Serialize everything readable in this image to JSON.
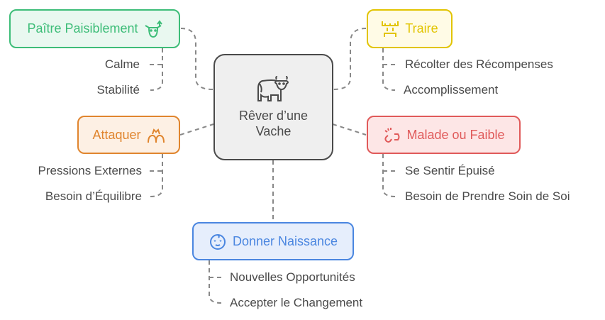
{
  "center": {
    "title": "Rêver d’une Vache",
    "icon": "cow-icon"
  },
  "branches": {
    "graze": {
      "title": "Paître Paisiblement",
      "icon": "cow-head-icon",
      "color": "#3dbd78",
      "bg": "#e9f8f0",
      "items": [
        "Calme",
        "Stabilité"
      ]
    },
    "milk": {
      "title": "Traire",
      "icon": "milking-icon",
      "color": "#e2c400",
      "bg": "#fffbe6",
      "items": [
        "Récolter des Récompenses",
        "Accomplissement"
      ]
    },
    "attack": {
      "title": "Attaquer",
      "icon": "conflict-icon",
      "color": "#e0852e",
      "bg": "#fdf0e4",
      "items": [
        "Pressions Externes",
        "Besoin d’Équilibre"
      ]
    },
    "sick": {
      "title": "Malade ou Faible",
      "icon": "broken-link-icon",
      "color": "#e05a5a",
      "bg": "#fde6e6",
      "items": [
        "Se Sentir Épuisé",
        "Besoin de Prendre Soin de Soi"
      ]
    },
    "birth": {
      "title": "Donner Naissance",
      "icon": "baby-icon",
      "color": "#4a86e0",
      "bg": "#e6eefc",
      "items": [
        "Nouvelles Opportunités",
        "Accepter le Changement"
      ]
    }
  }
}
